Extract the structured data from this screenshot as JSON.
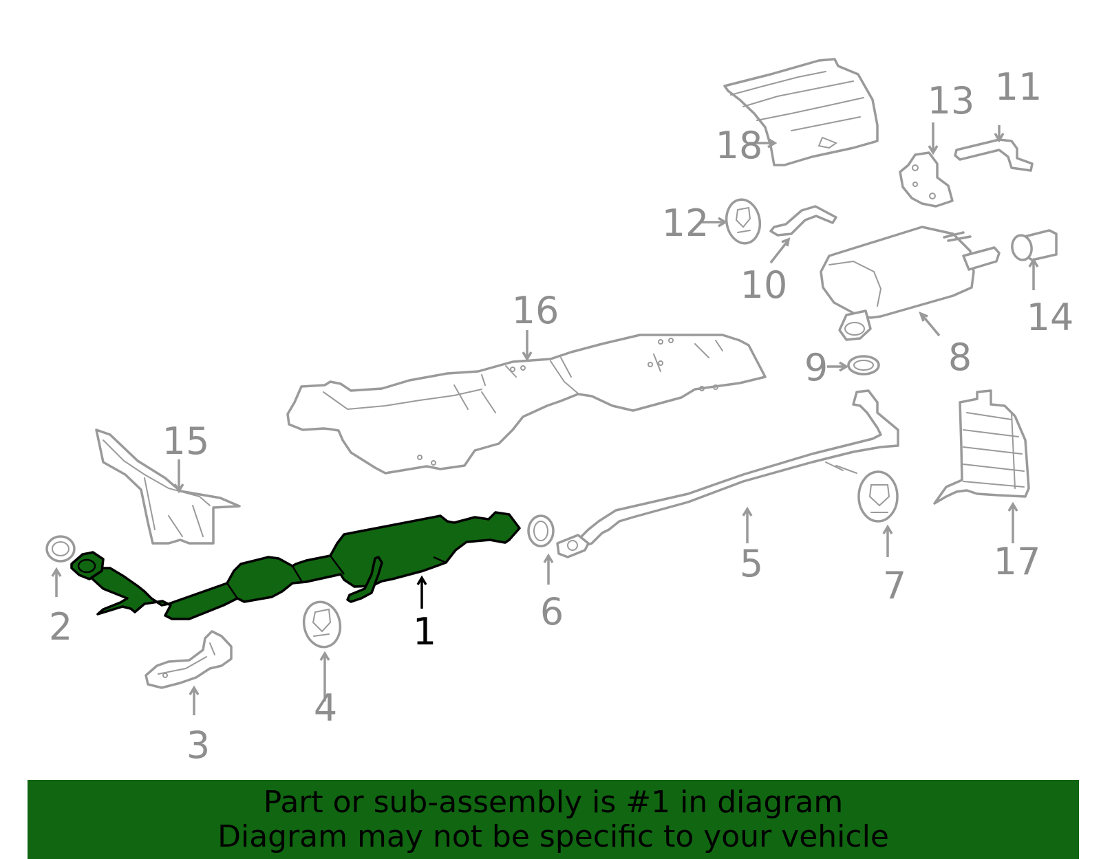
{
  "colors": {
    "highlight_fill": "#116611",
    "highlight_outline": "#000000",
    "part_outline": "#9a9a9a",
    "callout_text": "#8e8e8e",
    "banner_background": "#116611"
  },
  "callouts": [
    {
      "id": "1",
      "label": "1",
      "highlighted": true
    },
    {
      "id": "2",
      "label": "2"
    },
    {
      "id": "3",
      "label": "3"
    },
    {
      "id": "4",
      "label": "4"
    },
    {
      "id": "5",
      "label": "5"
    },
    {
      "id": "6",
      "label": "6"
    },
    {
      "id": "7",
      "label": "7"
    },
    {
      "id": "8",
      "label": "8"
    },
    {
      "id": "9",
      "label": "9"
    },
    {
      "id": "10",
      "label": "10"
    },
    {
      "id": "11",
      "label": "11"
    },
    {
      "id": "12",
      "label": "12"
    },
    {
      "id": "13",
      "label": "13"
    },
    {
      "id": "14",
      "label": "14"
    },
    {
      "id": "15",
      "label": "15"
    },
    {
      "id": "16",
      "label": "16"
    },
    {
      "id": "17",
      "label": "17"
    },
    {
      "id": "18",
      "label": "18"
    }
  ],
  "banner": {
    "line1": "Part or sub-assembly is #1 in diagram",
    "line2": "Diagram may not be specific to your vehicle"
  }
}
